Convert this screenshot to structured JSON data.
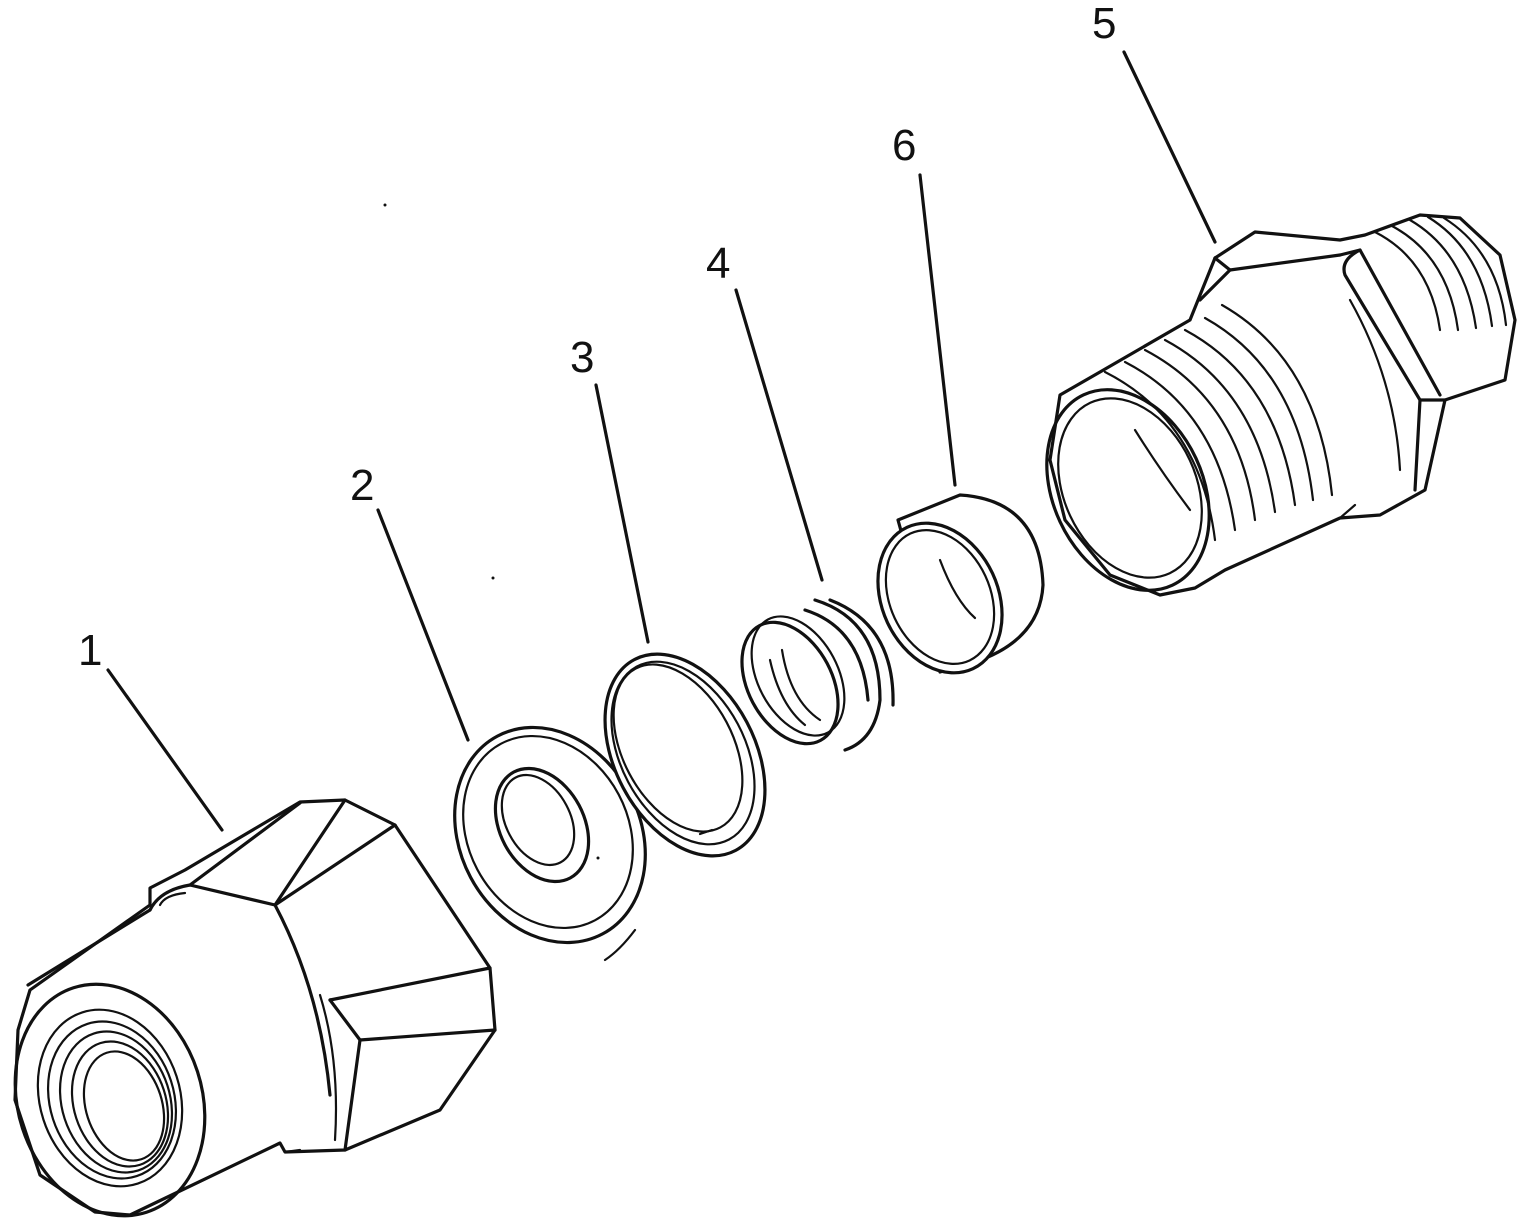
{
  "callouts": [
    {
      "id": "1",
      "text": "1"
    },
    {
      "id": "2",
      "text": "2"
    },
    {
      "id": "3",
      "text": "3"
    },
    {
      "id": "4",
      "text": "4"
    },
    {
      "id": "5",
      "text": "5"
    },
    {
      "id": "6",
      "text": "6"
    }
  ],
  "style": {
    "ink": "#111111",
    "background": "#ffffff"
  }
}
